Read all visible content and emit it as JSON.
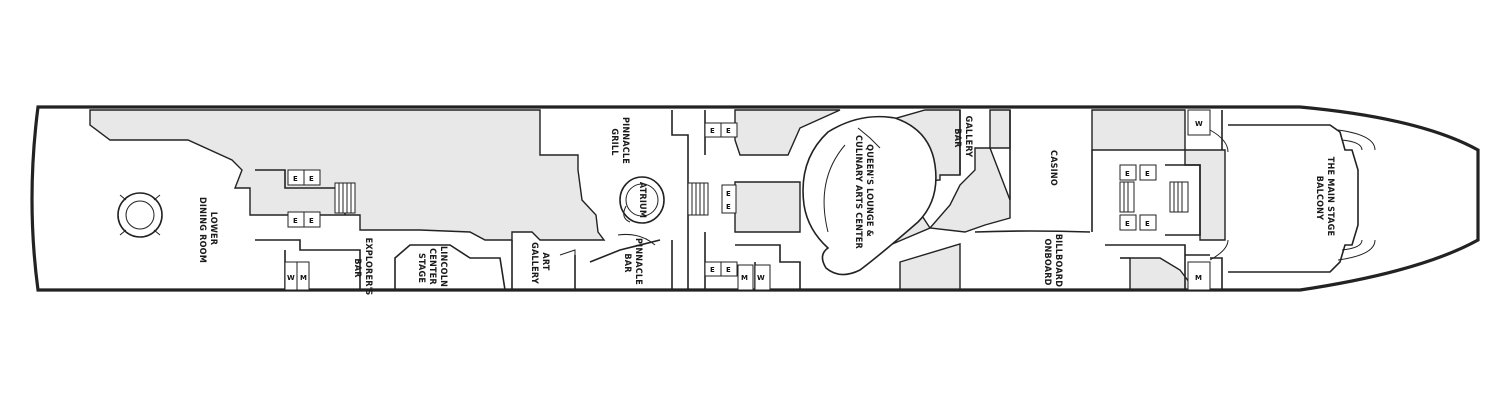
{
  "colors": {
    "hull": "#1a1a1a",
    "shaded_area": "#e8e8e8",
    "background": "#ffffff"
  },
  "rooms": {
    "lower_dining_room": [
      "LOWER",
      "DINING ROOM"
    ],
    "explorers_bar": [
      "EXPLORER'S",
      "BAR"
    ],
    "lincoln_center_stage": [
      "LINCOLN",
      "CENTER",
      "STAGE"
    ],
    "art_gallery": [
      "ART",
      "GALLERY"
    ],
    "pinnacle_grill": [
      "PINNACLE",
      "GRILL"
    ],
    "atrium": "ATRIUM",
    "pinnacle_bar": [
      "PINNACLE",
      "BAR"
    ],
    "queens_lounge": [
      "QUEEN'S LOUNGE &",
      "CULINARY ARTS CENTER"
    ],
    "gallery_bar": [
      "GALLERY",
      "BAR"
    ],
    "casino": "CASINO",
    "billboard_onboard": [
      "BILLBOARD",
      "ONBOARD"
    ],
    "main_stage_balcony": [
      "THE MAIN STAGE",
      "BALCONY"
    ]
  },
  "symbols": {
    "elevator": "E",
    "women": "W",
    "men": "M"
  }
}
